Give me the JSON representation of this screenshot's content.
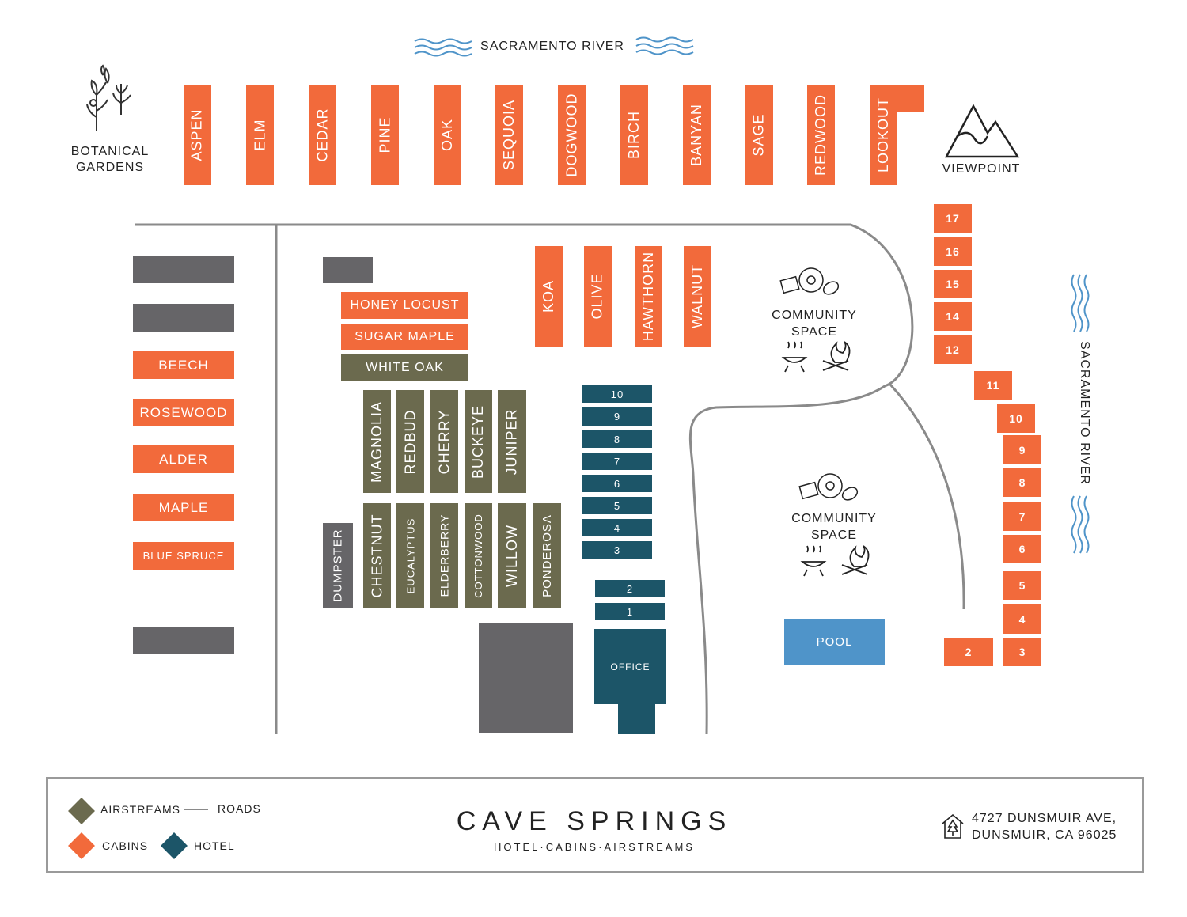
{
  "river_top": "SACRAMENTO RIVER",
  "river_right": "SACRAMENTO RIVER",
  "botanical_gardens": [
    "BOTANICAL",
    "GARDENS"
  ],
  "viewpoint": "VIEWPOINT",
  "community_space": [
    "COMMUNITY",
    "SPACE"
  ],
  "pool": "POOL",
  "office": "OFFICE",
  "dumpster": "DUMPSTER",
  "top_cabins": [
    "ASPEN",
    "ELM",
    "CEDAR",
    "PINE",
    "OAK",
    "SEQUOIA",
    "DOGWOOD",
    "BIRCH",
    "BANYAN",
    "SAGE",
    "REDWOOD",
    "LOOKOUT"
  ],
  "left_cabins": [
    "BEECH",
    "ROSEWOOD",
    "ALDER",
    "MAPLE",
    "BLUE SPRUCE"
  ],
  "mid_cabins_h": [
    "HONEY LOCUST",
    "SUGAR MAPLE"
  ],
  "white_oak": "WHITE OAK",
  "mid_cabins_v": [
    "KOA",
    "OLIVE",
    "HAWTHORN",
    "WALNUT"
  ],
  "airstreams_upper": [
    "MAGNOLIA",
    "REDBUD",
    "CHERRY",
    "BUCKEYE",
    "JUNIPER"
  ],
  "airstreams_lower": [
    "CHESTNUT",
    "EUCALYPTUS",
    "ELDERBERRY",
    "COTTONWOOD",
    "WILLOW",
    "PONDEROSA"
  ],
  "hotel_rooms_upper": [
    "10",
    "9",
    "8",
    "7",
    "6",
    "5",
    "4",
    "3"
  ],
  "hotel_rooms_lower": [
    "2",
    "1"
  ],
  "right_cabins": [
    "17",
    "16",
    "15",
    "14",
    "12",
    "11",
    "10",
    "9",
    "8",
    "7",
    "6",
    "5",
    "4",
    "3",
    "2"
  ],
  "legend": {
    "airstreams": "AIRSTREAMS",
    "roads": "ROADS",
    "cabins": "CABINS",
    "hotel": "HOTEL"
  },
  "brand": {
    "name": "CAVE SPRINGS",
    "tagline": "HOTEL·CABINS·AIRSTREAMS"
  },
  "address": [
    "4727 DUNSMUIR AVE,",
    "DUNSMUIR, CA 96025"
  ],
  "colors": {
    "cabins": "#f26a3b",
    "airstreams": "#6b6a4e",
    "hotel": "#1c5568",
    "buildings": "#666568",
    "pool": "#4f94c9",
    "water": "#4f94c9",
    "roads": "#8a8a8a"
  },
  "icons": [
    "water-waves-icon",
    "botanical-plants-icon",
    "mountain-icon",
    "games-icon",
    "grill-icon",
    "campfire-icon",
    "house-tree-icon"
  ]
}
